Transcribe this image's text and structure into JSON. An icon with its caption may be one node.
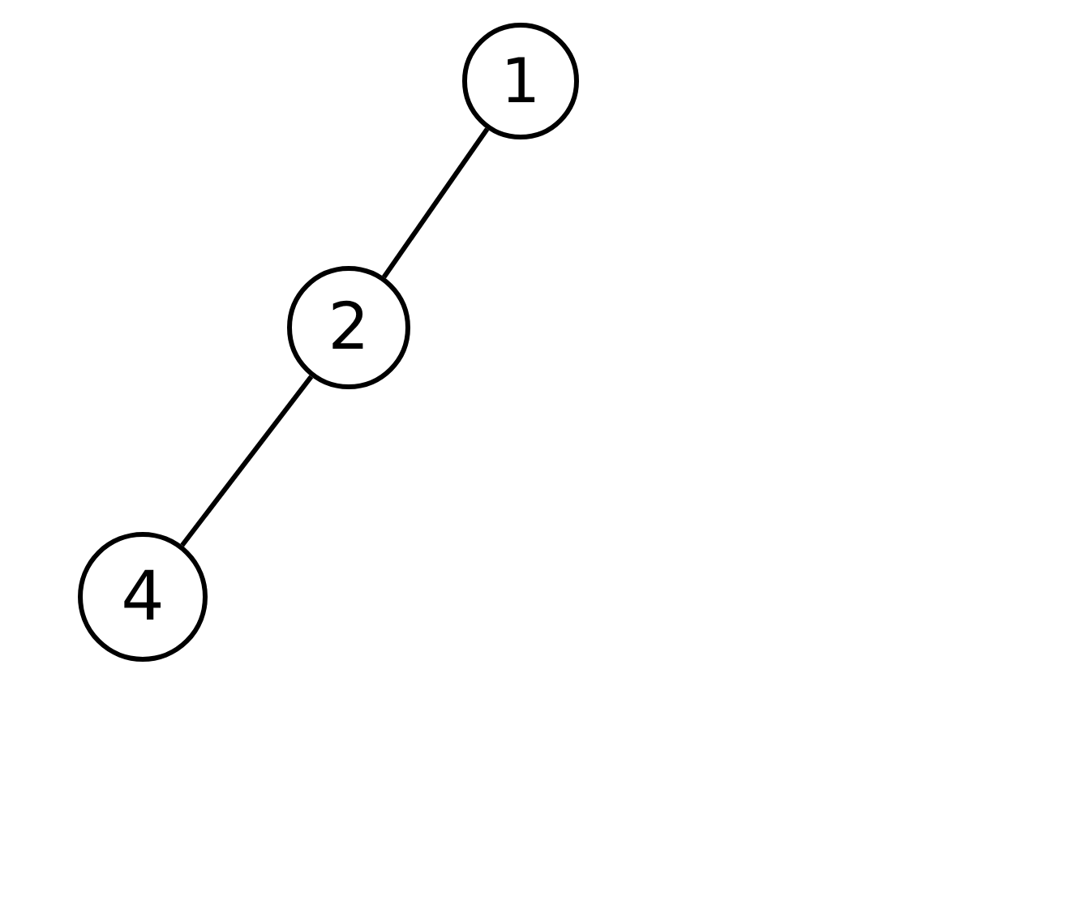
{
  "diagram": {
    "nodes": [
      {
        "text": [
          "1"
        ]
      },
      {
        "text": [
          "2"
        ]
      },
      {
        "text": [
          "4"
        ]
      }
    ],
    "edges": [
      {
        "from": 0,
        "to": 1,
        "arrow": "none"
      },
      {
        "from": 1,
        "to": 2,
        "arrow": "none"
      }
    ]
  }
}
